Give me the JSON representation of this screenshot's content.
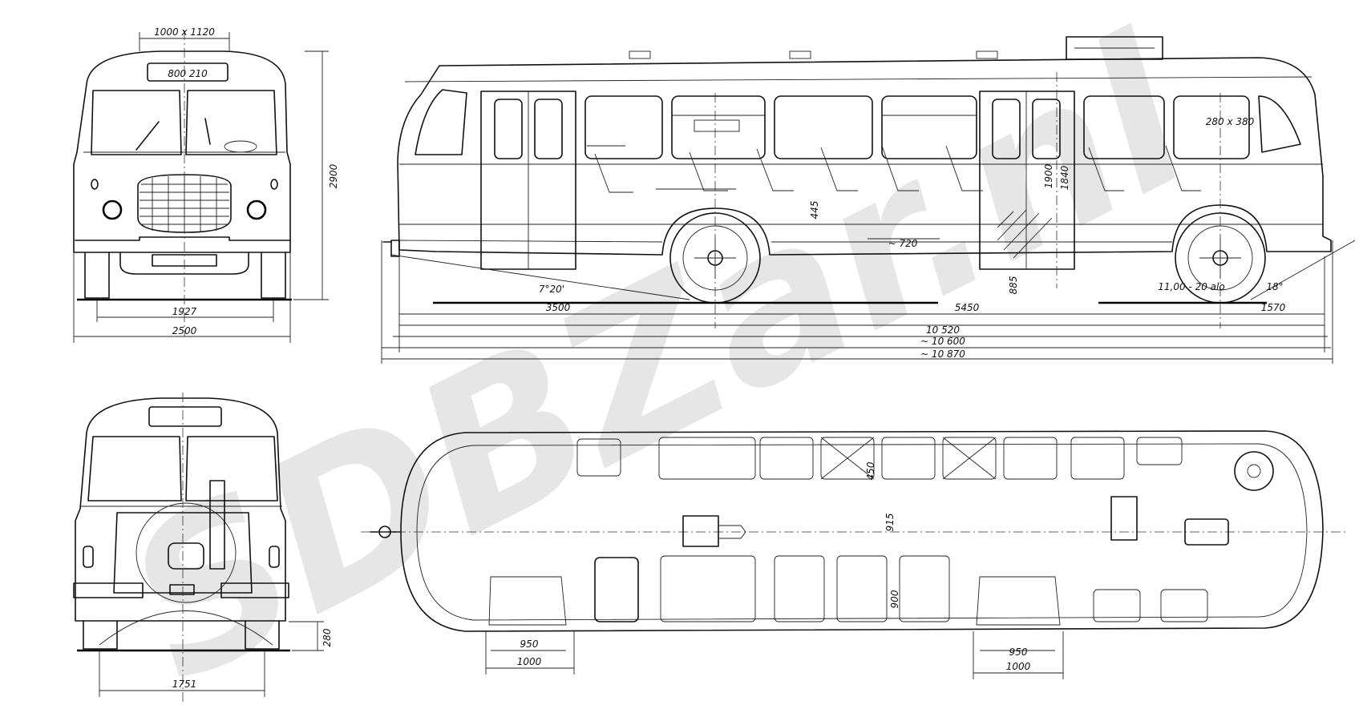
{
  "front_view": {
    "dims": {
      "top": "1000 x 1120",
      "sign": "800 210",
      "track": "1927",
      "width": "2500",
      "height": "2900"
    }
  },
  "rear_view": {
    "dims": {
      "track": "1751",
      "clearance": "280"
    }
  },
  "side_view": {
    "dims": {
      "front_overhang": "3500",
      "wheelbase": "5450",
      "rear_overhang": "1570",
      "len1": "10 520",
      "len2": "~ 10 600",
      "len3": "~ 10 870",
      "approach_angle": "7°20'",
      "departure_angle": "18°",
      "tyre": "11,00 - 20 alo",
      "seat_pitch": "~ 720",
      "door_h1": "1900",
      "door_h2": "1840",
      "step": "885",
      "window": "280 x 380",
      "seat_h": "445"
    }
  },
  "top_view": {
    "dims": {
      "door1_inner": "950",
      "door1_outer": "1000",
      "door2_inner": "950",
      "door2_outer": "1000",
      "aisle1": "450",
      "aisle2": "915",
      "aisle3": "900"
    }
  },
  "watermark": {
    "text": "SDBZar.nl",
    "color": "#c9c9c9"
  }
}
